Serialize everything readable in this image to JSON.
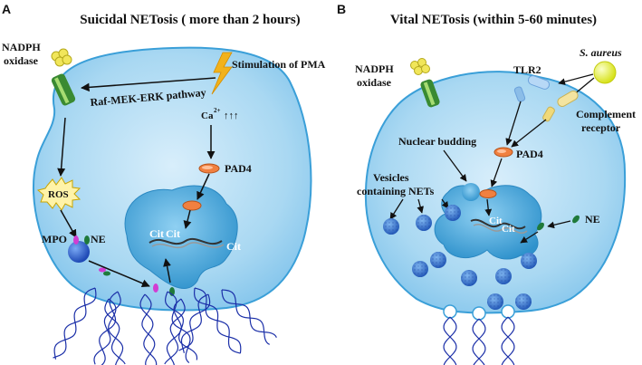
{
  "panel_a": {
    "letter": "A",
    "title": "Suicidal NETosis ( more than 2 hours)",
    "nadph_line1": "NADPH",
    "nadph_line2": "oxidase",
    "stimulation": "Stimulation of PMA",
    "pathway": "Raf-MEK-ERK pathway",
    "calcium": "Ca",
    "calcium_sup": "2+",
    "calcium_arrows": "↑↑↑",
    "pad4": "PAD4",
    "ros": "ROS",
    "mpo": "MPO",
    "ne": "NE",
    "cit1": "Cit",
    "cit2": "Cit",
    "cit3": "Cit"
  },
  "panel_b": {
    "letter": "B",
    "title": "Vital NETosis (within 5-60 minutes)",
    "nadph_line1": "NADPH",
    "nadph_line2": "oxidase",
    "s_aureus": "S. aureus",
    "tlr2": "TLR2",
    "complement_line1": "Complement",
    "complement_line2": "receptor",
    "nuclear_budding": "Nuclear budding",
    "pad4": "PAD4",
    "vesicles_line1": "Vesicles",
    "vesicles_line2": "containing NETs",
    "ne": "NE",
    "cit1": "Cit",
    "cit2": "Cit"
  },
  "colors": {
    "cell_fill": "#a9d8f2",
    "cell_stroke": "#3a9fd8",
    "nucleus": "#4aa8d8",
    "dna": "#1b2fa8",
    "vesicle": "#3d7fd9",
    "ros_fill": "#fff3a8",
    "pad4": "#f08040",
    "ne": "#1f7a3a",
    "mpo": "#d23cd2",
    "bolt": "#f2b21b",
    "s_aureus": "#e8f044"
  }
}
